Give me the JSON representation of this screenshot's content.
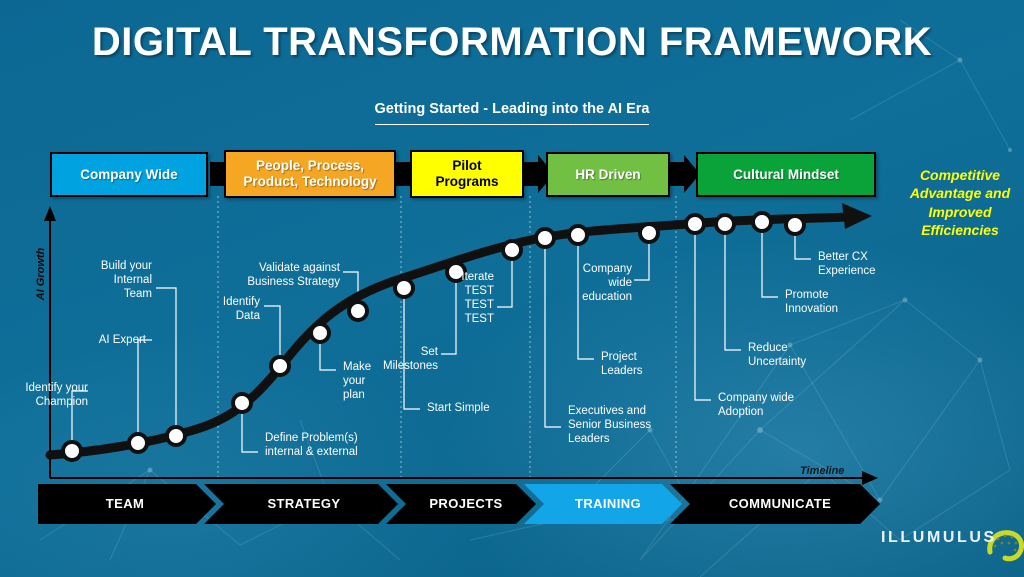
{
  "header": {
    "title": "DIGITAL TRANSFORMATION FRAMEWORK",
    "subtitle": "Getting Started - Leading into the AI Era"
  },
  "phase_boxes": [
    {
      "label": "Company Wide",
      "color": "#00a3e0",
      "text_color": "#ffffff"
    },
    {
      "label": "People, Process,\nProduct, Technology",
      "color": "#f5a623",
      "text_color": "#ffffff"
    },
    {
      "label": "Pilot\nPrograms",
      "color": "#ffff00",
      "text_color": "#000000"
    },
    {
      "label": "HR Driven",
      "color": "#72c043",
      "text_color": "#ffffff"
    },
    {
      "label": "Cultural Mindset",
      "color": "#0aa33a",
      "text_color": "#ffffff"
    }
  ],
  "side_note": "Competitive\nAdvantage\nand\nImproved\nEfficiencies",
  "axes": {
    "y_label": "AI Growth",
    "x_label": "Timeline"
  },
  "annotations": [
    {
      "text": "Identify your\nChampion",
      "align": "right"
    },
    {
      "text": "AI Expert",
      "align": "right"
    },
    {
      "text": "Build your\nInternal\nTeam",
      "align": "right"
    },
    {
      "text": "Define Problem(s)\ninternal & external",
      "align": "left"
    },
    {
      "text": "Identify\nData",
      "align": "right"
    },
    {
      "text": "Make\nyour\nplan",
      "align": "left"
    },
    {
      "text": "Validate against\nBusiness Strategy",
      "align": "right"
    },
    {
      "text": "Start Simple",
      "align": "left"
    },
    {
      "text": "Set\nMilestones",
      "align": "right"
    },
    {
      "text": "Iterate\nTEST\nTEST\nTEST",
      "align": "right"
    },
    {
      "text": "Executives and\nSenior Business\nLeaders",
      "align": "left"
    },
    {
      "text": "Project\nLeaders",
      "align": "left"
    },
    {
      "text": "Company\nwide\neducation",
      "align": "right"
    },
    {
      "text": "Company wide\nAdoption",
      "align": "left"
    },
    {
      "text": "Reduce\nUncertainty",
      "align": "left"
    },
    {
      "text": "Promote\nInnovation",
      "align": "left"
    },
    {
      "text": "Better CX\nExperience",
      "align": "left"
    }
  ],
  "timeline_stages": [
    {
      "label": "TEAM",
      "color": "#000000",
      "text_color": "#ffffff"
    },
    {
      "label": "STRATEGY",
      "color": "#000000",
      "text_color": "#ffffff"
    },
    {
      "label": "PROJECTS",
      "color": "#000000",
      "text_color": "#ffffff"
    },
    {
      "label": "TRAINING",
      "color": "#12a5e8",
      "text_color": "#ffffff"
    },
    {
      "label": "COMMUNICATE",
      "color": "#000000",
      "text_color": "#ffffff"
    }
  ],
  "logo": {
    "name": "ILLUMULUS",
    "mark_color": "#c9d92b"
  },
  "chart_data": {
    "type": "line",
    "title": "DIGITAL TRANSFORMATION FRAMEWORK",
    "subtitle": "Getting Started - Leading into the AI Era",
    "xlabel": "Timeline",
    "ylabel": "AI Growth",
    "grid": false,
    "legend": "none",
    "note": "S-curve of AI Growth over the transformation Timeline; 17 milestone markers.",
    "x": [
      72,
      138,
      176,
      242,
      280,
      320,
      358,
      404,
      456,
      512,
      545,
      578,
      649,
      695,
      725,
      762,
      795
    ],
    "y": [
      451,
      443,
      436,
      403,
      366,
      333,
      311,
      288,
      272,
      250,
      238,
      235,
      233,
      226,
      224,
      222,
      225
    ],
    "point_labels": [
      "Identify your Champion",
      "AI Expert",
      "Build your Internal Team",
      "Define Problem(s) internal & external",
      "Identify Data",
      "Make your plan",
      "Validate against Business Strategy",
      "Start Simple",
      "Set Milestones",
      "Iterate TEST TEST TEST",
      "Executives and Senior Business Leaders",
      "Project Leaders",
      "Company wide education",
      "Company wide Adoption",
      "Reduce Uncertainty",
      "Promote Innovation",
      "Better CX Experience"
    ]
  }
}
